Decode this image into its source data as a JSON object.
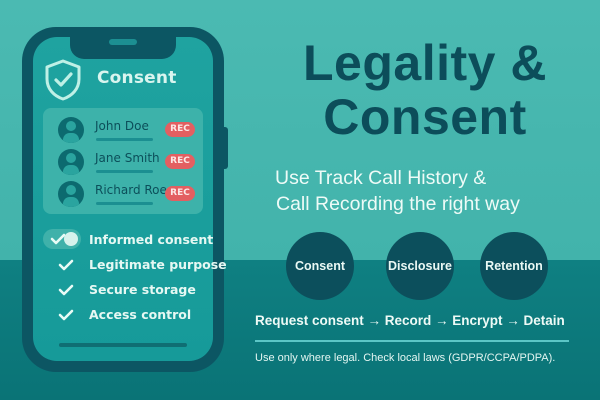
{
  "colors": {
    "background_top": "#45b6ae",
    "background_bottom": "#0a7376",
    "dark_teal": "#0c4f5c",
    "phone_frame": "#0c5663",
    "screen": "#1fa3a0",
    "rec_red": "#e35f61",
    "light_text": "#eefaf6"
  },
  "phone": {
    "app_title": "Consent",
    "header_icon": "shield-check-icon",
    "contacts": [
      {
        "name": "John Doe",
        "badge": "REC",
        "icon": "user-avatar-icon"
      },
      {
        "name": "Jane Smith",
        "badge": "REC",
        "icon": "user-avatar-icon"
      },
      {
        "name": "Richard Roe",
        "badge": "REC",
        "icon": "user-avatar-icon"
      }
    ],
    "toggle": {
      "label": "Informed consent",
      "state": "on",
      "icon": "toggle-check-icon"
    },
    "checklist": [
      {
        "label": "Legitimate purpose",
        "icon": "checkmark-icon"
      },
      {
        "label": "Secure storage",
        "icon": "checkmark-icon"
      },
      {
        "label": "Access control",
        "icon": "checkmark-icon"
      }
    ]
  },
  "headline": {
    "line1": "Legality &",
    "line2": "Consent"
  },
  "subtitle": {
    "line1": "Use Track Call History &",
    "line2": "Call Recording the right way"
  },
  "pillars": [
    {
      "label": "Consent"
    },
    {
      "label": "Disclosure"
    },
    {
      "label": "Retention"
    }
  ],
  "flow": "Request consent → Record → Encrypt → Detain",
  "footnote": "Use only where legal. Check local laws (GDPR/CCPA/PDPA)."
}
